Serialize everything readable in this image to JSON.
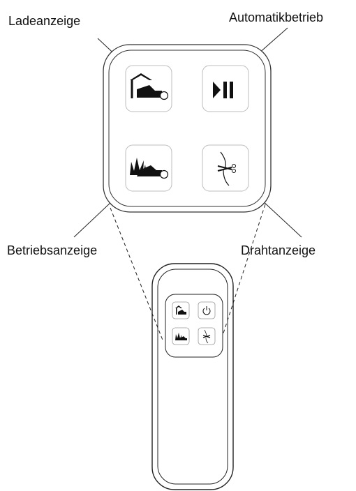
{
  "labels": {
    "charge": "Ladeanzeige",
    "automatic": "Automatikbetrieb",
    "operation": "Betriebsanzeige",
    "wire": "Drahtanzeige"
  },
  "icons": {
    "top_left": "charging-station-icon",
    "top_right": "play-pause-icon",
    "bottom_left": "mowing-grass-icon",
    "bottom_right": "wire-cut-icon",
    "remote_top_right": "power-icon"
  },
  "colors": {
    "stroke": "#1a1a1a",
    "panel_stroke": "#333333",
    "button_stroke": "#bdbdbd",
    "background": "#ffffff"
  }
}
